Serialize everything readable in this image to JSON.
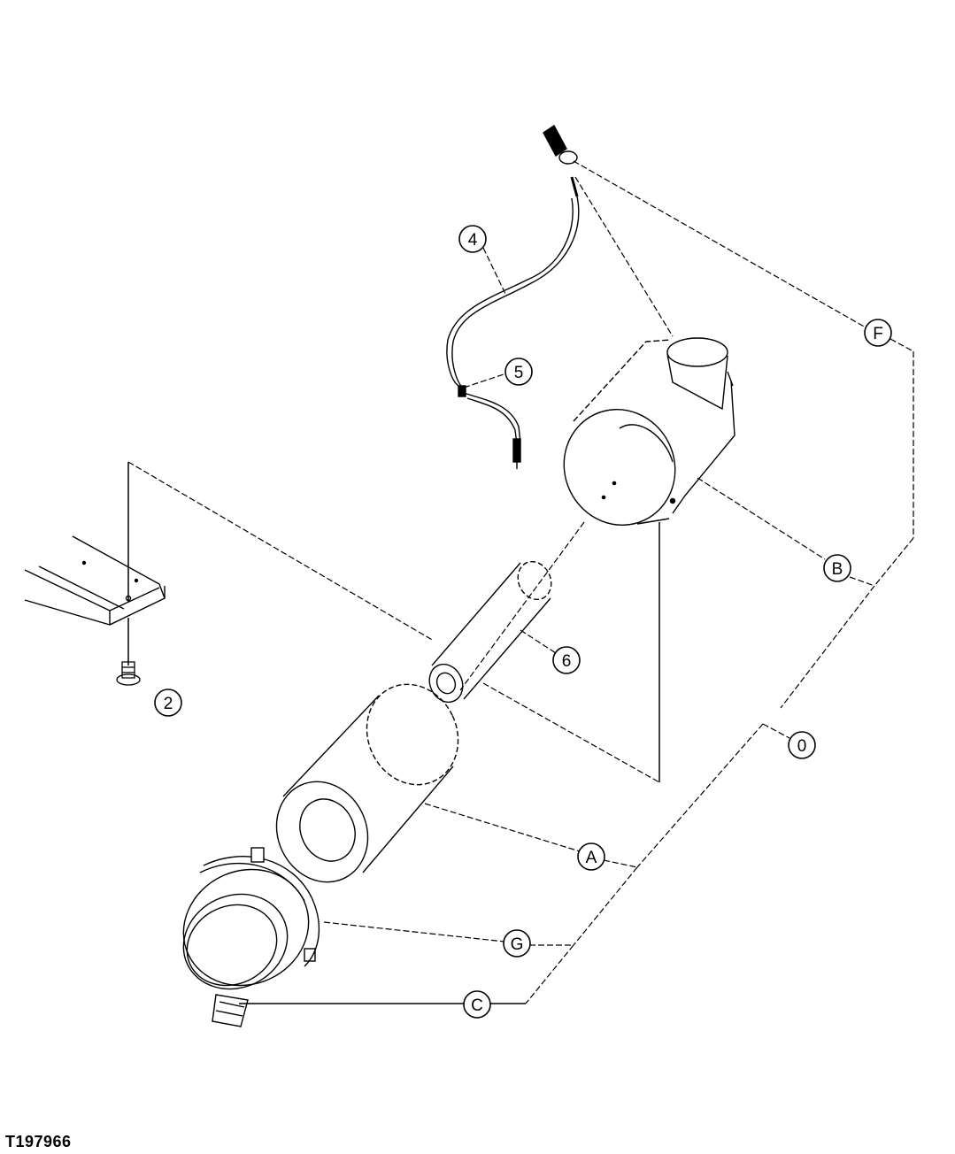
{
  "figure": {
    "id": "T197966"
  },
  "callouts": {
    "c0": "0",
    "c2": "2",
    "c4": "4",
    "c5": "5",
    "c6": "6",
    "cA": "A",
    "cB": "B",
    "cC": "C",
    "cF": "F",
    "cG": "G"
  },
  "colors": {
    "line": "#000000",
    "background": "#ffffff"
  }
}
